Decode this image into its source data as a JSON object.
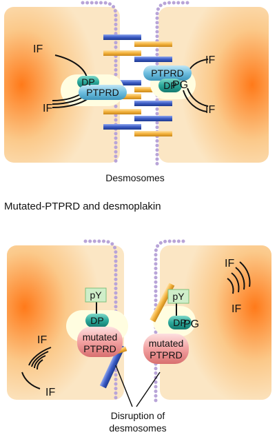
{
  "colors": {
    "cell_fill": "#fbe6c4",
    "cell_glow": "#ff7a1a",
    "membrane_dots": "#b8a4d8",
    "plaque": "#fffde0",
    "dp": "#2aa89a",
    "ptprd": "#6fbfe0",
    "mutated_ptprd": "#f2a1a1",
    "py": "#cfeec9",
    "cadherin_blue": "#3b5bc4",
    "cadherin_orange": "#f3b23d",
    "line": "#111111"
  },
  "top": {
    "if_label": "IF",
    "dp_label": "DP",
    "ptprd_label": "PTPRD",
    "pg_label": "PG",
    "caption": "Desmosomes"
  },
  "section_title": "Mutated-PTPRD and desmoplakin",
  "bottom": {
    "if_label": "IF",
    "py_label": "pY",
    "dp_label": "DP",
    "pg_label": "PG",
    "mutated_ptprd_line1": "mutated",
    "mutated_ptprd_line2": "PTPRD",
    "caption_line1": "Disruption of",
    "caption_line2": "desmosomes"
  }
}
